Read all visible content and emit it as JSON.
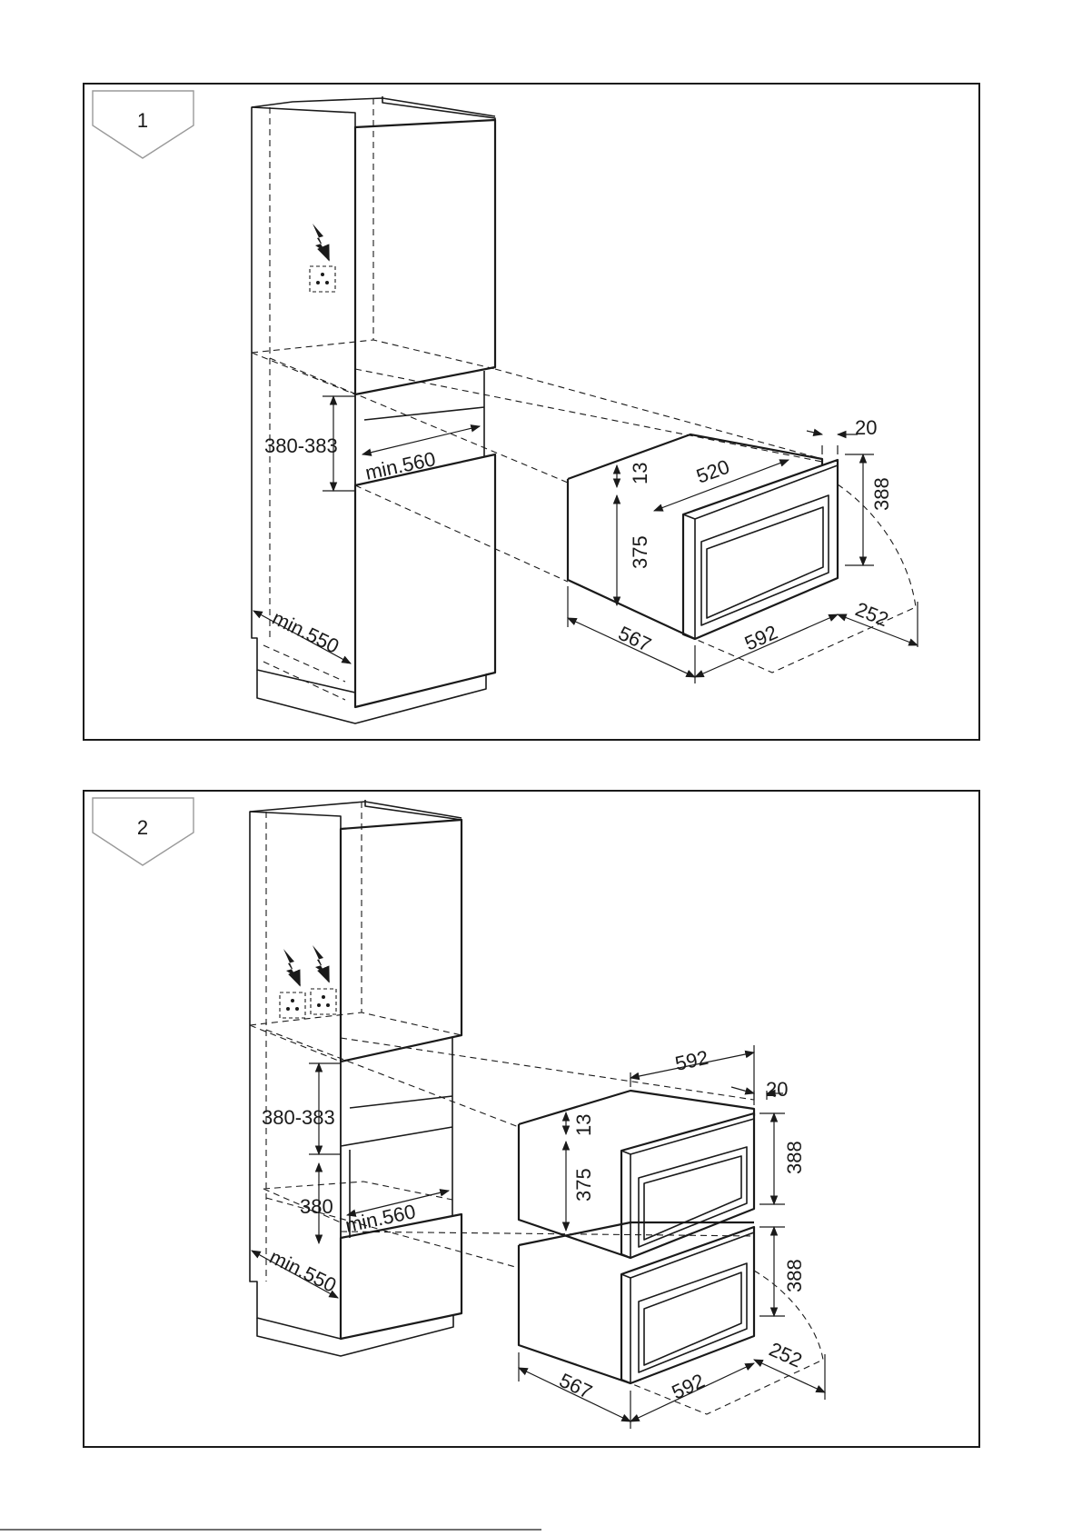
{
  "figures": [
    {
      "id": "figure-1",
      "step_label": "1",
      "dimensions": {
        "cabinet_height": "380-383",
        "cabinet_width": "min.560",
        "cabinet_depth": "min.550",
        "top_gap": "13",
        "body_height": "375",
        "body_width": "520",
        "door_thickness": "20",
        "front_height": "388",
        "door_swing": "252",
        "depth": "567",
        "front_width": "592"
      }
    },
    {
      "id": "figure-2",
      "step_label": "2",
      "dimensions": {
        "cabinet_height": "380-383",
        "lower_height": "380",
        "cabinet_width": "min.560",
        "cabinet_depth": "min.550",
        "top_width": "592",
        "door_thickness": "20",
        "top_gap": "13",
        "body_height": "375",
        "front_height_upper": "388",
        "front_height_lower": "388",
        "door_swing": "252",
        "depth": "567",
        "front_width": "592"
      }
    }
  ],
  "icons": [
    "electrical-hazard-icon",
    "socket-outlet-icon",
    "dimension-arrow-icon"
  ],
  "colors": {
    "line": "#1a1a1a",
    "tab_border": "#9a9a9a",
    "background": "#ffffff"
  }
}
